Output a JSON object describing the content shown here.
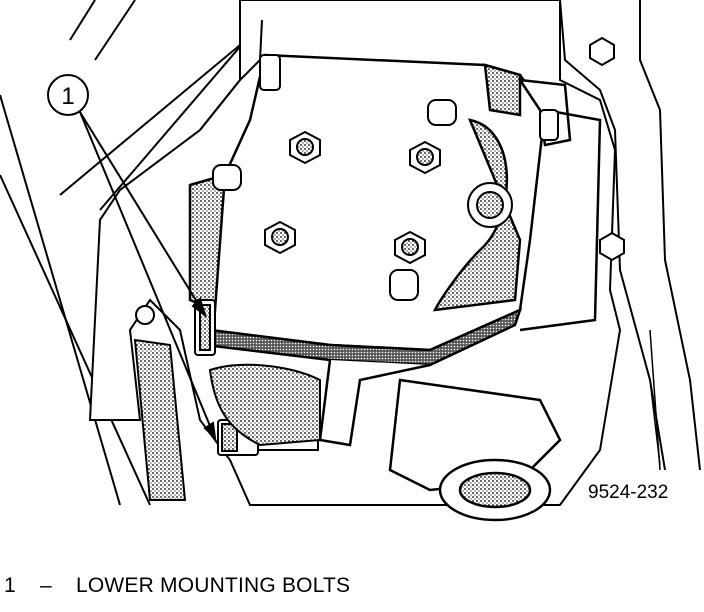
{
  "callout": {
    "number": "1"
  },
  "figure_id": "9524-232",
  "legend": {
    "number": "1",
    "separator": "–",
    "text": "LOWER MOUNTING BOLTS"
  }
}
